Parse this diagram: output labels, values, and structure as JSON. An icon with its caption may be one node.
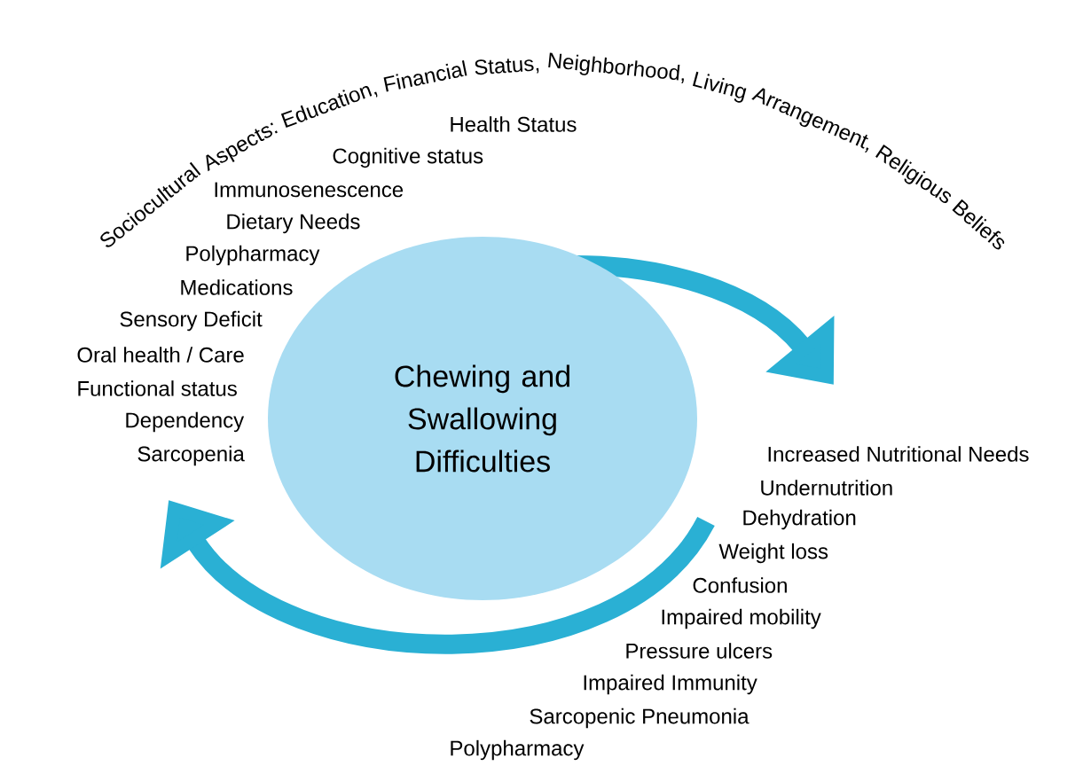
{
  "diagram": {
    "nodes": [
      {
        "text": [
          "Chewing and Swallowing Difficulties"
        ]
      }
    ],
    "labels": [
      "Sociocultural Aspects: Education, Financial Status, Neighborhood, Living Arrangement, Religious Beliefs",
      "Health Status",
      "Cognitive status",
      "Immunosenescence",
      "Dietary Needs",
      "Polypharmacy",
      "Medications",
      "Sensory Deficit",
      "Oral health / Care",
      "Functional status",
      "Dependency",
      "Sarcopenia",
      "Increased Nutritional Needs",
      "Undernutrition",
      "Dehydration",
      "Weight loss",
      "Confusion",
      "Impaired mobility",
      "Pressure ulcers",
      "Impaired Immunity",
      "Sarcopenic Pneumonia",
      "Polypharmacy"
    ]
  }
}
